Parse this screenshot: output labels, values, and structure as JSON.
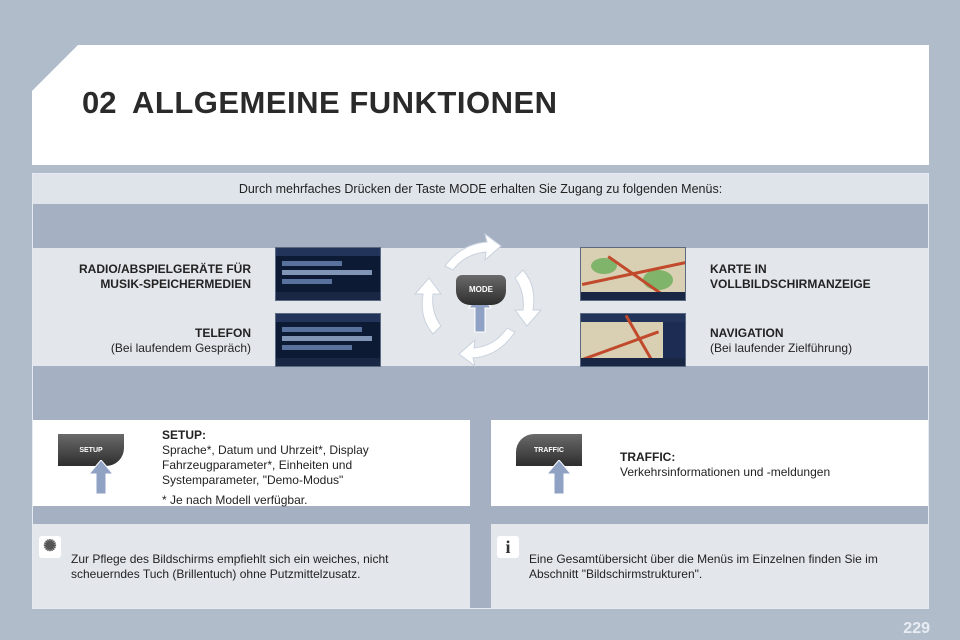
{
  "header": {
    "chapter_number": "02",
    "chapter_title": "ALLGEMEINE FUNKTIONEN"
  },
  "intro": "Durch mehrfaches Drücken der Taste MODE erhalten Sie Zugang zu folgenden Menüs:",
  "menus": {
    "radio": {
      "title_line1": "RADIO/ABSPIELGERÄTE FÜR",
      "title_line2": "MUSIK-SPEICHERMEDIEN"
    },
    "telefon": {
      "title": "TELEFON",
      "subtitle": "(Bei laufendem Gespräch)"
    },
    "karte": {
      "title_line1": "KARTE IN",
      "title_line2": "VOLLBILDSCHIRMANZEIGE"
    },
    "navigation": {
      "title": "NAVIGATION",
      "subtitle": "(Bei laufender Zielführung)"
    }
  },
  "buttons": {
    "mode_label": "MODE",
    "setup_label": "SETUP",
    "traffic_label": "TRAFFIC"
  },
  "setup": {
    "title": "SETUP:",
    "line1": "Sprache*, Datum und Uhrzeit*, Display",
    "line2": "Fahrzeugparameter*, Einheiten und",
    "line3": "Systemparameter, \"Demo-Modus\"",
    "footnote": "* Je nach Modell verfügbar."
  },
  "traffic": {
    "title": "TRAFFIC:",
    "text": "Verkehrsinformationen und -meldungen"
  },
  "notes": {
    "care_line1": "Zur Pflege des Bildschirms empfiehlt sich ein weiches, nicht",
    "care_line2": "scheuerndes Tuch (Brillentuch) ohne Putzmittelzusatz.",
    "info_line1": "Eine Gesamtübersicht über die Menüs im Einzelnen finden Sie im",
    "info_line2": "Abschnitt \"Bildschirmstrukturen\"."
  },
  "icons": {
    "care": "sun-icon",
    "info": "info-icon",
    "info_glyph": "i",
    "care_glyph": "✺"
  },
  "page_number": "229",
  "colors": {
    "background": "#b1bccb",
    "panel": "#a5b1c3",
    "band": "#e3e7ec",
    "arrow": "#ffffff"
  }
}
